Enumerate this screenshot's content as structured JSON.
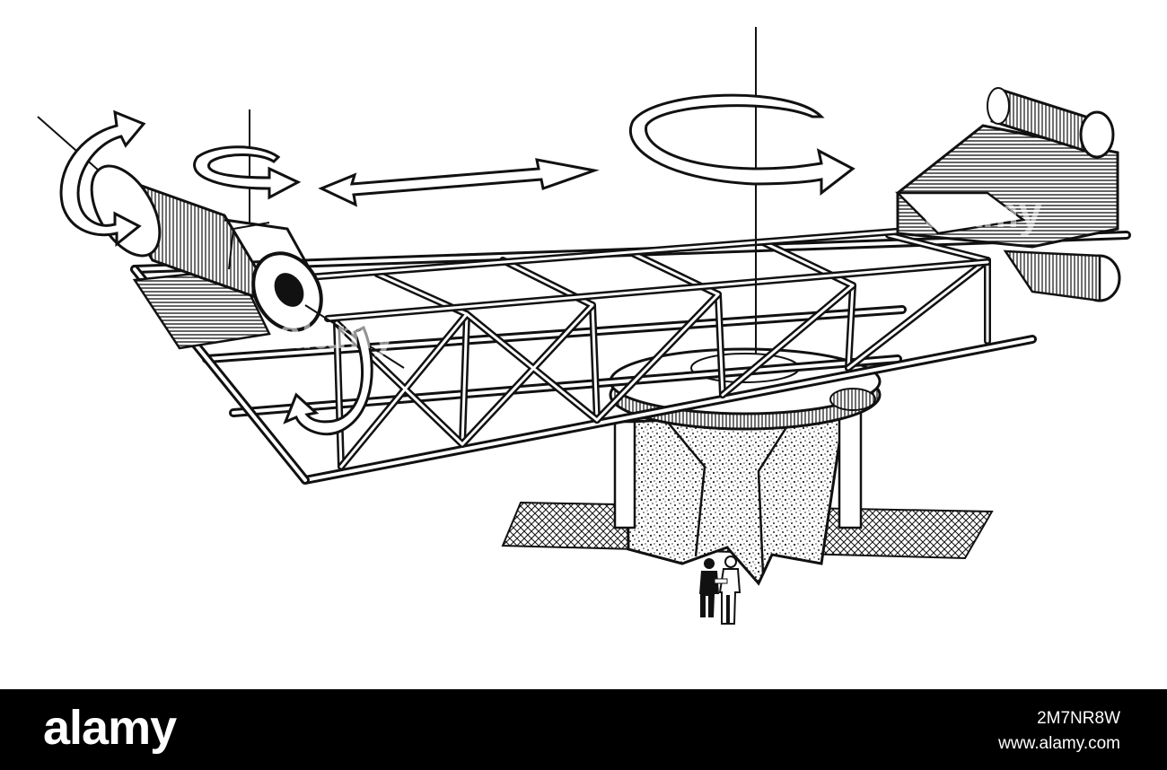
{
  "watermark": {
    "brand": "alamy",
    "image_id": "2M7NR8W",
    "site_url": "www.alamy.com"
  },
  "colors": {
    "ink": "#111111",
    "paper": "#ffffff",
    "footer": "#000000"
  },
  "icons": [
    "rotation-arrow-icon",
    "translation-arrow-icon",
    "person-icon"
  ]
}
